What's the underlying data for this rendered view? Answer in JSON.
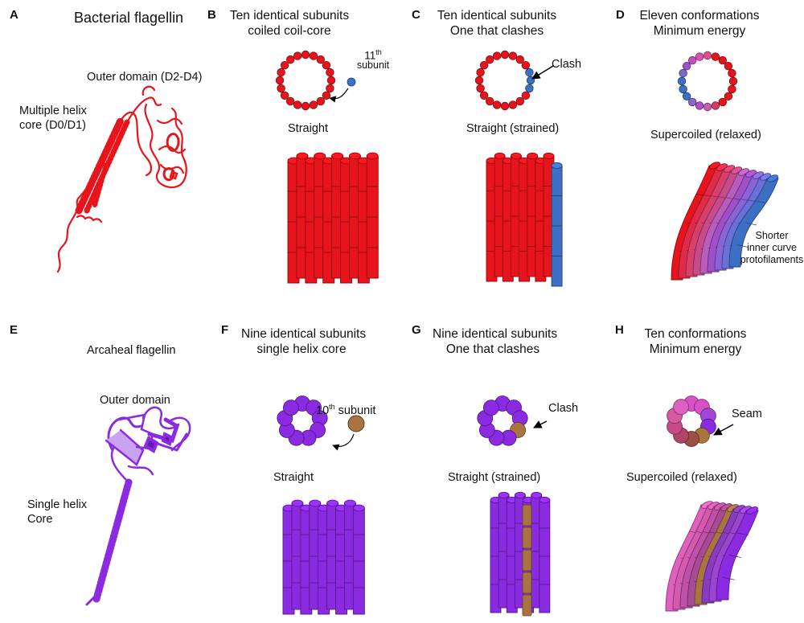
{
  "panels": {
    "A": {
      "letter": "A",
      "title": "Bacterial flagellin",
      "outer": "Outer domain (D2-D4)",
      "core1": "Multiple helix",
      "core2": "core (D0/D1)"
    },
    "B": {
      "letter": "B",
      "title1": "Ten identical subunits",
      "title2": "coiled coil-core",
      "sub1": "11",
      "sub_sup": "th",
      "sub2": "subunit",
      "state": "Straight"
    },
    "C": {
      "letter": "C",
      "title1": "Ten identical subunits",
      "title2": "One that clashes",
      "clash": "Clash",
      "state": "Straight (strained)"
    },
    "D": {
      "letter": "D",
      "title1": "Eleven conformations",
      "title2": "Minimum energy",
      "state": "Supercoiled (relaxed)",
      "note1": "Shorter",
      "note2": "inner curve",
      "note3": "protofilaments"
    },
    "E": {
      "letter": "E",
      "title": "Arcaheal flagellin",
      "outer": "Outer domain",
      "core1": "Single helix",
      "core2": "Core"
    },
    "F": {
      "letter": "F",
      "title1": "Nine identical subunits",
      "title2": "single helix core",
      "sub1": "10",
      "sub_sup": "th",
      "sub2": " subunit",
      "state": "Straight"
    },
    "G": {
      "letter": "G",
      "title1": "Nine identical subunits",
      "title2": "One that clashes",
      "clash": "Clash",
      "state": "Straight (strained)"
    },
    "H": {
      "letter": "H",
      "title1": "Ten conformations",
      "title2": "Minimum energy",
      "seam": "Seam",
      "state": "Supercoiled (relaxed)"
    }
  },
  "colors": {
    "bacterial_red": "#e8141c",
    "clash_blue": "#3d6fc4",
    "archaeal_purple": "#8a2be2",
    "clash_brown": "#a9743f",
    "pink": "#e04fb0"
  }
}
